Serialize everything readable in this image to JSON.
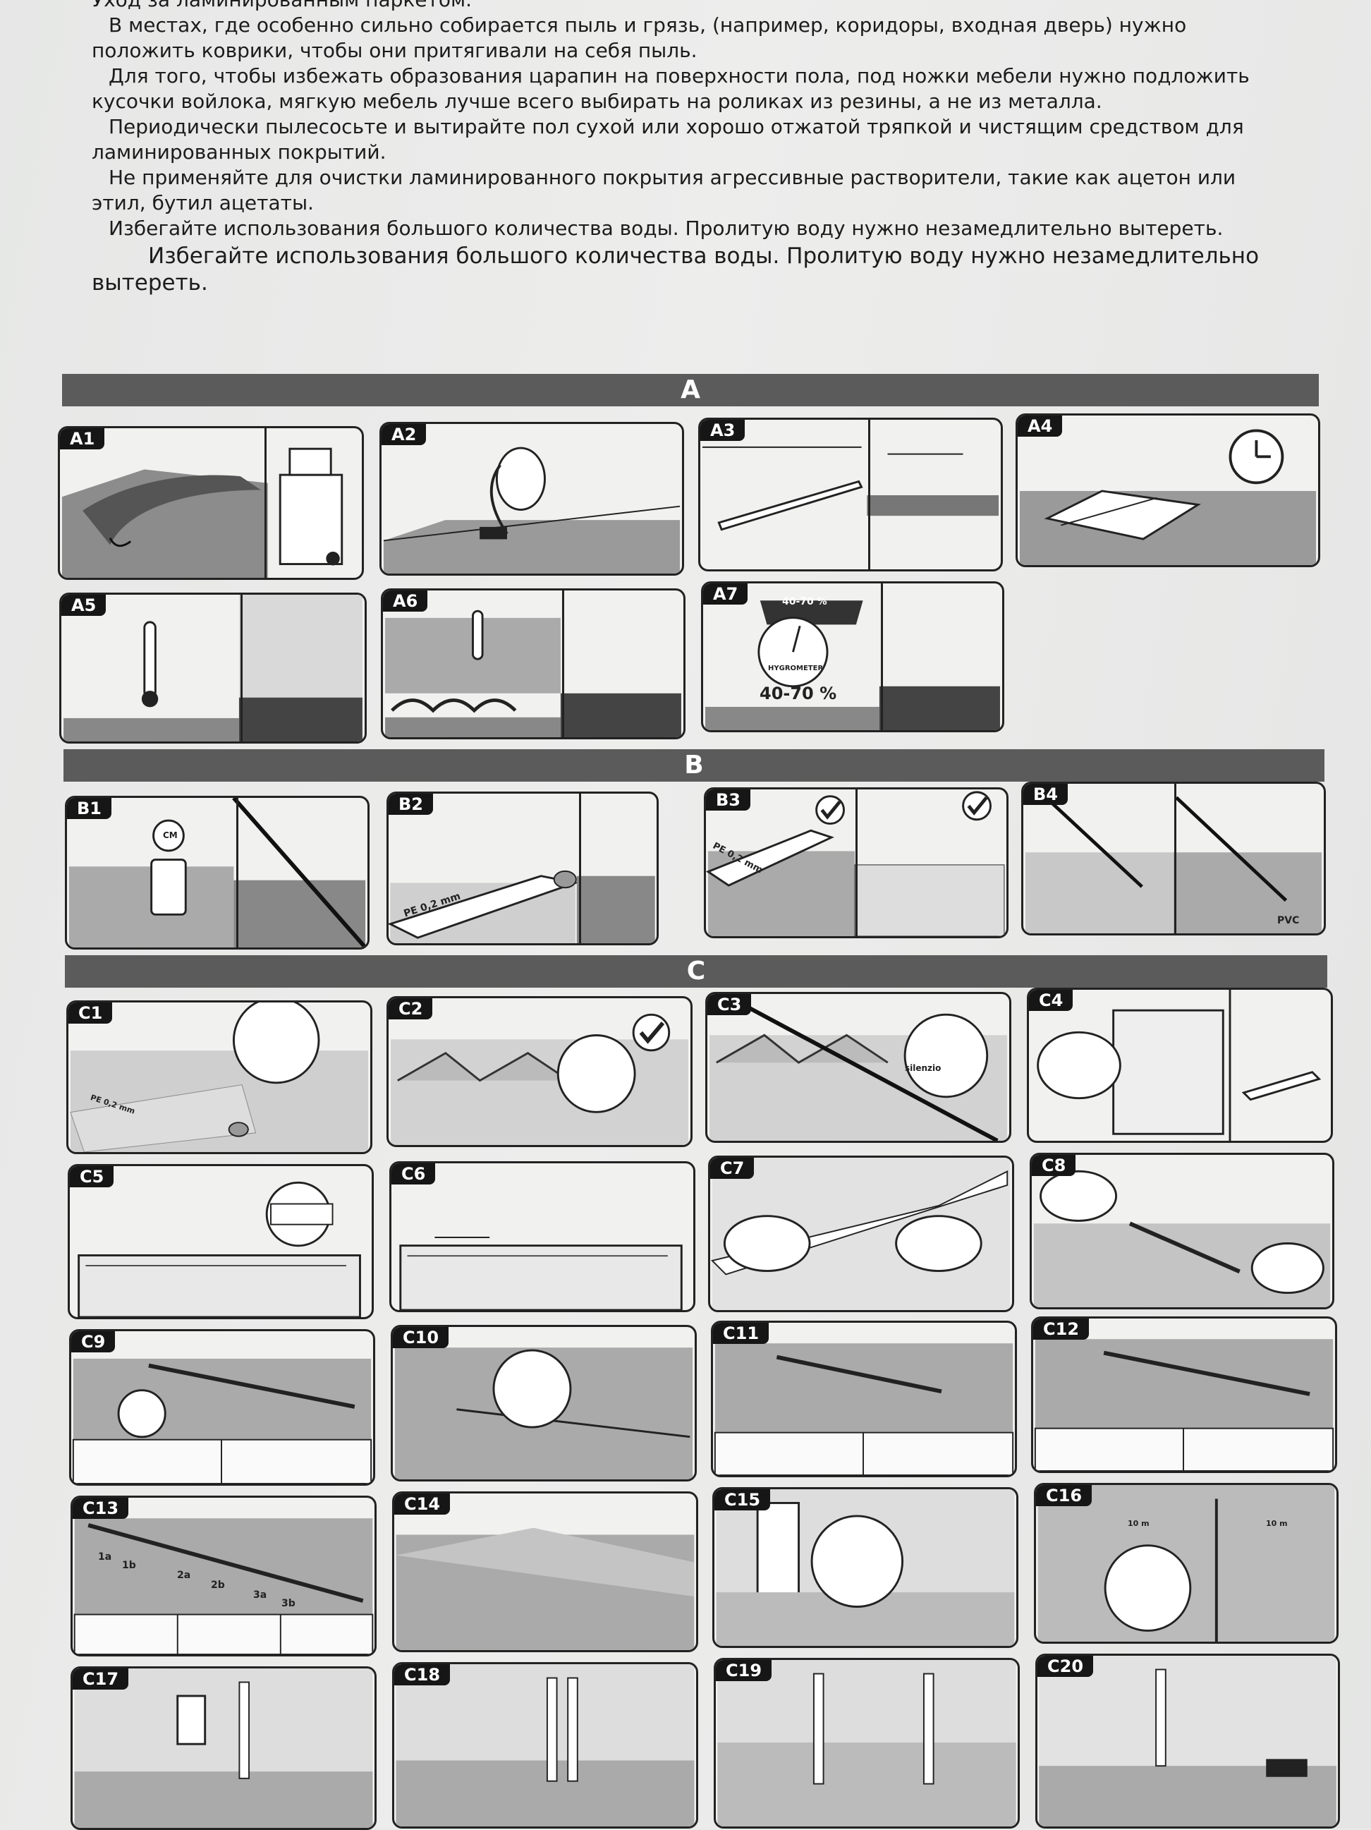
{
  "text": {
    "heading": "Уход за ламинированным паркетом.",
    "paragraphs": [
      "В местах, где особенно сильно собирается пыль и грязь, (например, коридоры, входная дверь) нужно положить коврики, чтобы они притягивали на себя пыль.",
      "Для того, чтобы избежать образования царапин на поверхности пола, под ножки мебели нужно подложить кусочки войлока, мягкую мебель лучше всего выбирать на роликах из резины, а не из металла.",
      "Периодически пылесосьте и вытирайте пол сухой или хорошо отжатой тряпкой и чистящим средством для ламинированных покрытий.",
      "Не применяйте для очистки ламинированного покрытия агрессивные растворители, такие как ацетон или этил, бутил ацетаты.",
      "Избегайте использования большого количества воды. Пролитую воду нужно незамедлительно вытереть."
    ],
    "repeat": "Избегайте использования большого количества воды. Пролитую воду нужно незамедлительно вытереть."
  },
  "sections": {
    "a": "A",
    "b": "B",
    "c": "C"
  },
  "panels": {
    "a": [
      "A1",
      "A2",
      "A3",
      "A4",
      "A5",
      "A6",
      "A7"
    ],
    "b": [
      "B1",
      "B2",
      "B3",
      "B4"
    ],
    "c": [
      "C1",
      "C2",
      "C3",
      "C4",
      "C5",
      "C6",
      "C7",
      "C8",
      "C9",
      "C10",
      "C11",
      "C12",
      "C13",
      "C14",
      "C15",
      "C16",
      "C17",
      "C18",
      "C19",
      "C20"
    ]
  },
  "labels": {
    "hygro_top": "40-70 %",
    "hygro_bottom": "40-70 %",
    "hygro_dial": "HYGROMETER",
    "pe": "PE 0,2 mm",
    "pvc": "PVC",
    "cm": "CM",
    "silenzio": "silenzio",
    "ten_m": "10 m",
    "c13_steps": [
      "1a",
      "1b",
      "2a",
      "2b",
      "3a",
      "3b"
    ]
  },
  "colors": {
    "bar": "#5b5b5b",
    "label_bg": "#161616",
    "floor": "#9a9a9a"
  }
}
